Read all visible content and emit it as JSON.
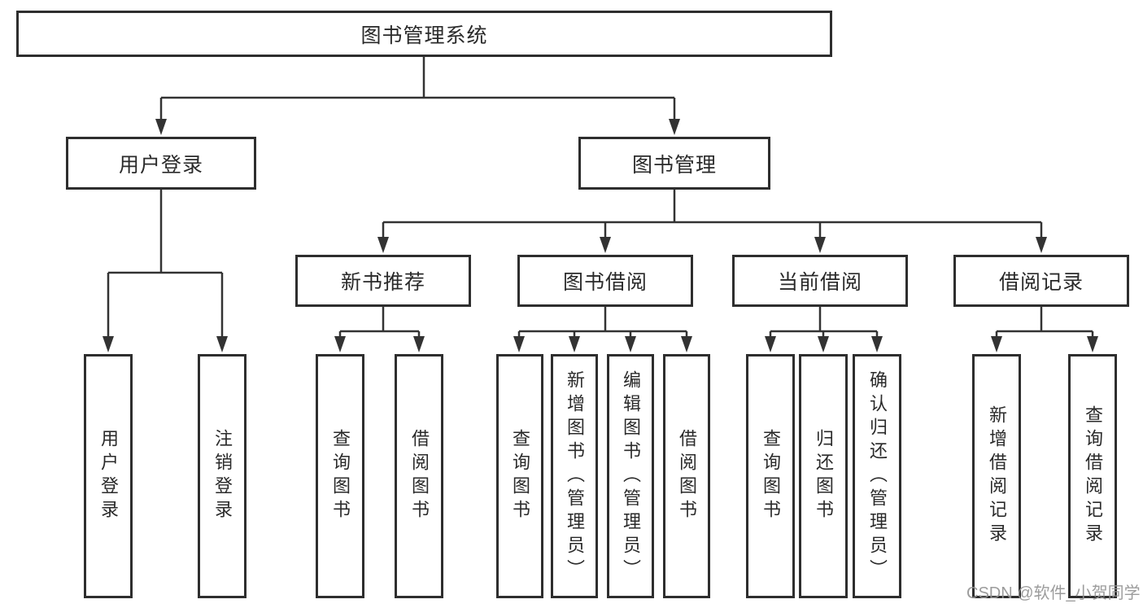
{
  "diagram": {
    "type": "hierarchy",
    "root": {
      "label": "图书管理系统"
    },
    "level2": [
      {
        "label": "用户登录"
      },
      {
        "label": "图书管理"
      }
    ],
    "level3": [
      {
        "label": "新书推荐",
        "parent": "图书管理"
      },
      {
        "label": "图书借阅",
        "parent": "图书管理"
      },
      {
        "label": "当前借阅",
        "parent": "图书管理"
      },
      {
        "label": "借阅记录",
        "parent": "图书管理"
      }
    ],
    "leaves": [
      {
        "label": "用户登录",
        "parent": "用户登录"
      },
      {
        "label": "注销登录",
        "parent": "用户登录"
      },
      {
        "label": "查询图书",
        "parent": "新书推荐"
      },
      {
        "label": "借阅图书",
        "parent": "新书推荐"
      },
      {
        "label": "查询图书",
        "parent": "图书借阅"
      },
      {
        "label": "新增图书（管理员）",
        "parent": "图书借阅"
      },
      {
        "label": "编辑图书（管理员）",
        "parent": "图书借阅"
      },
      {
        "label": "借阅图书",
        "parent": "图书借阅"
      },
      {
        "label": "查询图书",
        "parent": "当前借阅"
      },
      {
        "label": "归还图书",
        "parent": "当前借阅"
      },
      {
        "label": "确认归还（管理员）",
        "parent": "当前借阅"
      },
      {
        "label": "新增借阅记录",
        "parent": "借阅记录"
      },
      {
        "label": "查询借阅记录",
        "parent": "借阅记录"
      }
    ]
  },
  "watermark": "CSDN @软件_小贺同学",
  "colors": {
    "line": "#333333",
    "box_border": "#2e2e2e",
    "box_fill": "#ffffff",
    "text": "#2a2a2a",
    "watermark": "#949494",
    "background": "#ffffff"
  }
}
